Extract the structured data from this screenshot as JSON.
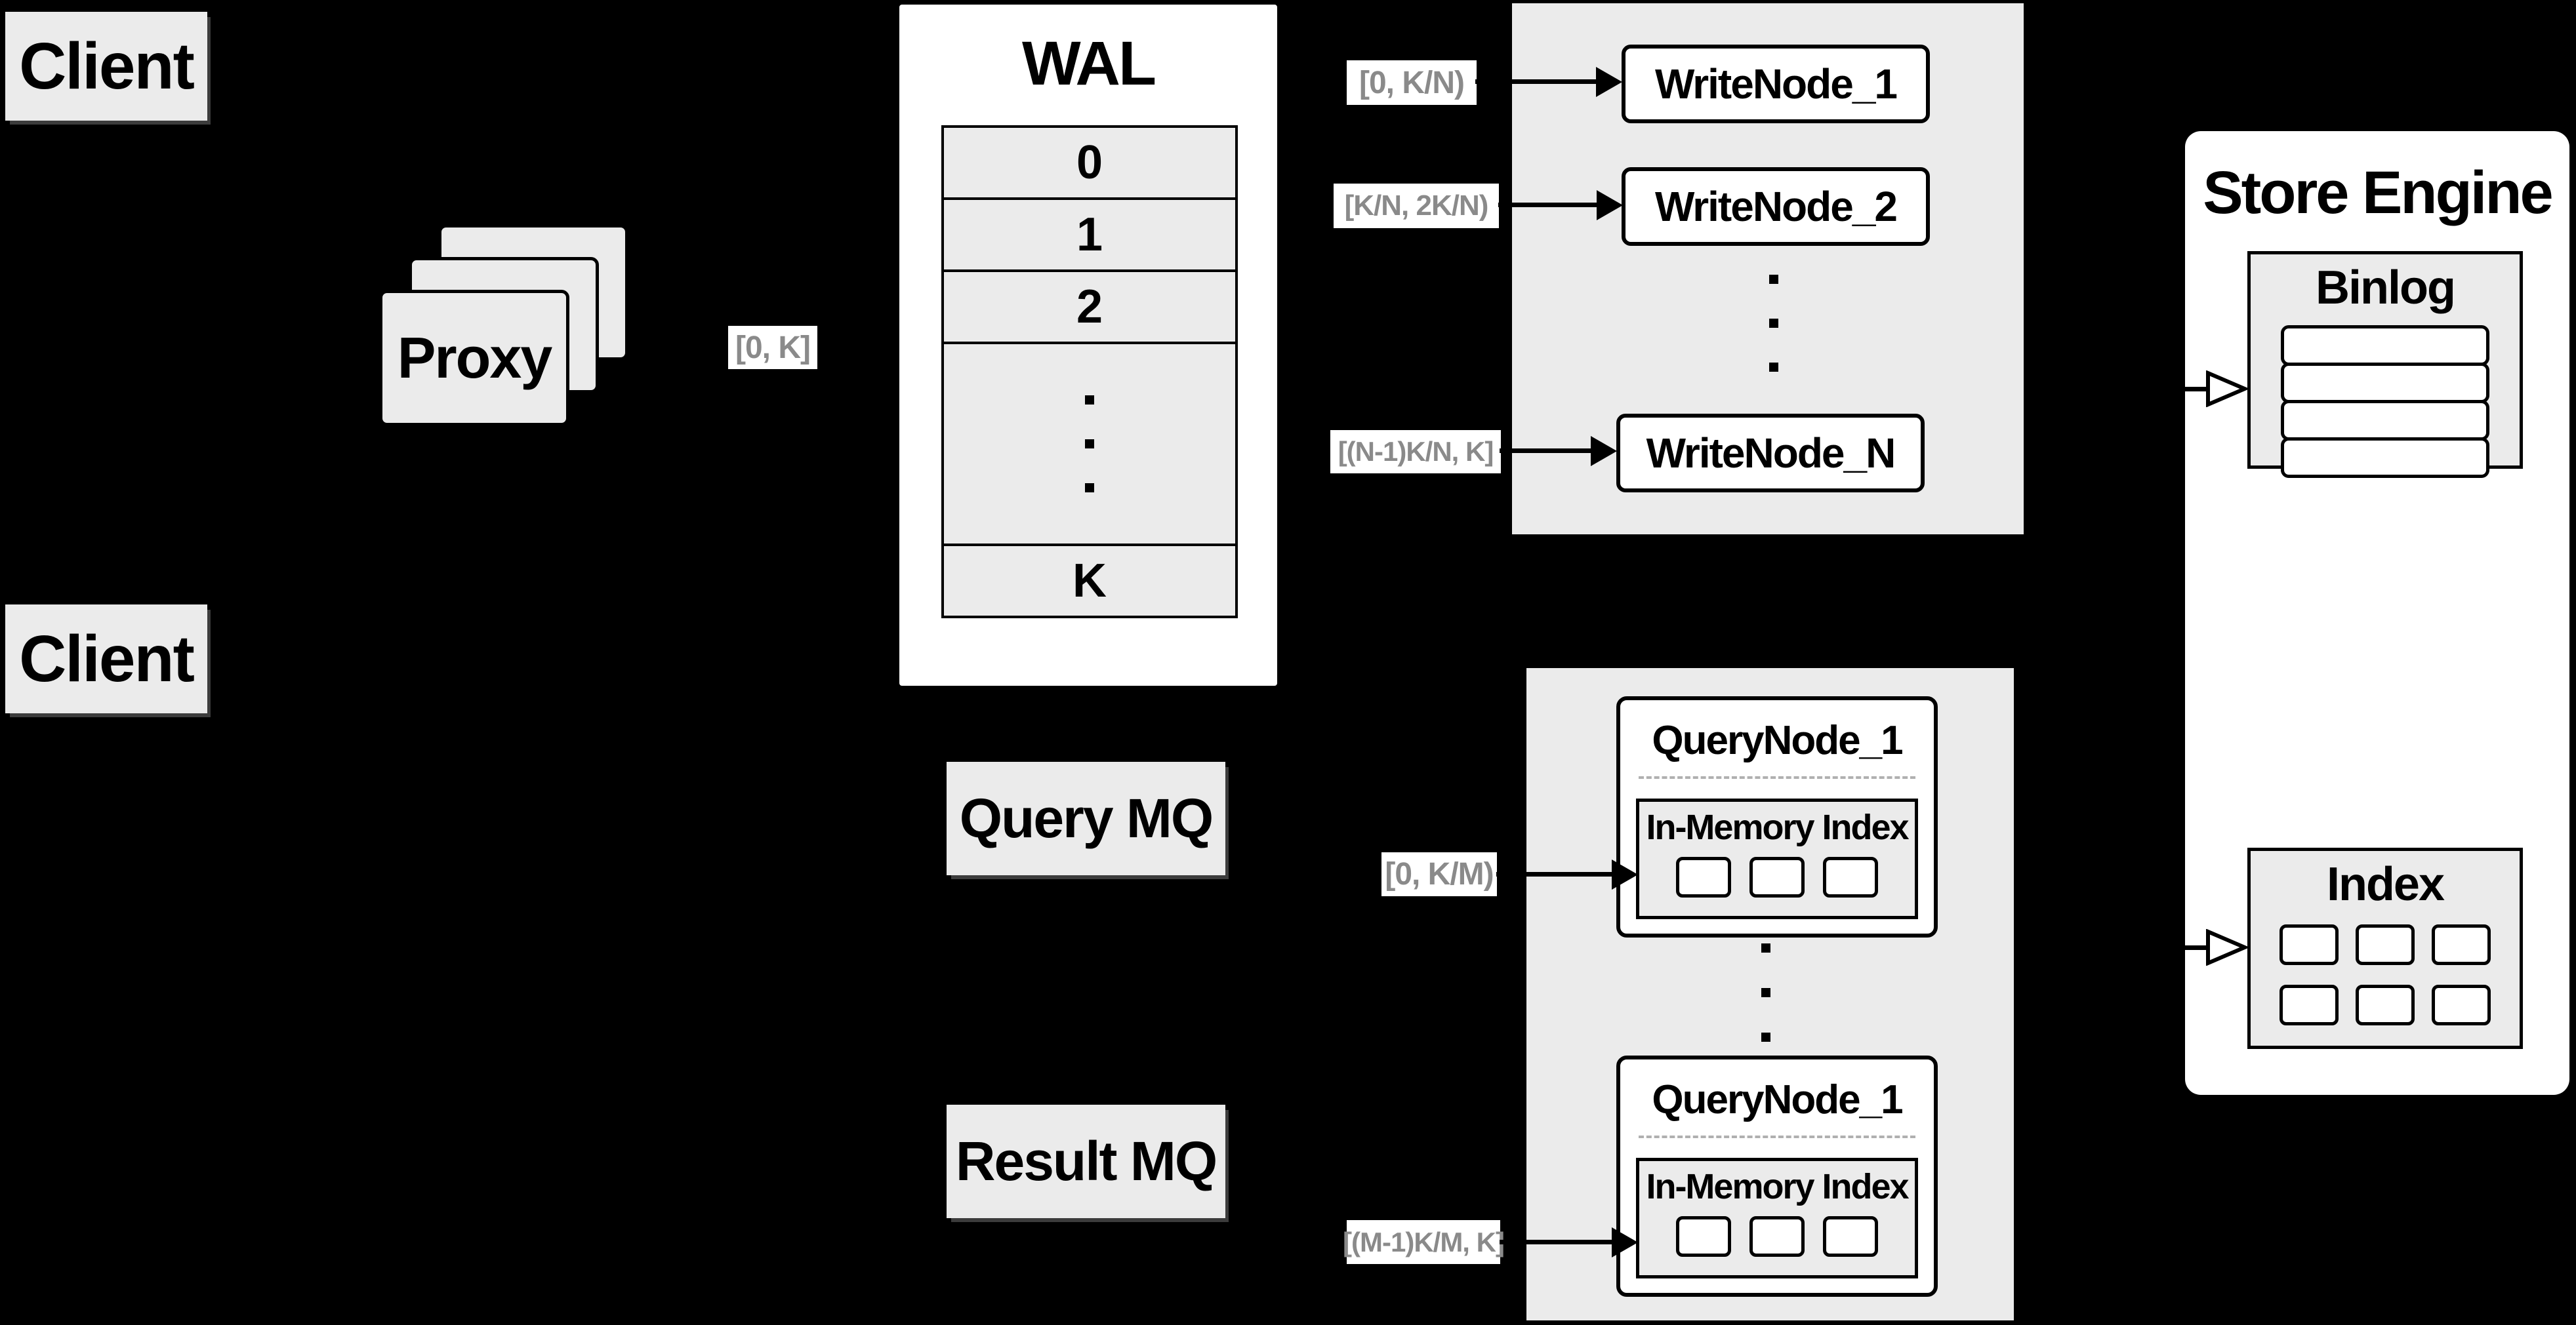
{
  "diagram": {
    "clients": [
      "Client",
      "Client"
    ],
    "proxy": {
      "label": "Proxy"
    },
    "wal": {
      "title": "WAL",
      "rows": [
        "0",
        "1",
        "2"
      ],
      "last_row": "K"
    },
    "range_labels": {
      "proxy_to_wal": "[0, K]",
      "write_1": "[0, K/N)",
      "write_2": "[K/N, 2K/N)",
      "write_n": "[(N-1)K/N, K]",
      "query_1": "[0, K/M)",
      "query_m": "[(M-1)K/M, K]"
    },
    "write_nodes": [
      "WriteNode_1",
      "WriteNode_2",
      "WriteNode_N"
    ],
    "query_nodes": [
      {
        "title": "QueryNode_1",
        "index_label": "In-Memory Index"
      },
      {
        "title": "QueryNode_1",
        "index_label": "In-Memory Index"
      }
    ],
    "message_queues": {
      "query": "Query MQ",
      "result": "Result MQ"
    },
    "store_engine": {
      "title": "Store Engine",
      "binlog_title": "Binlog",
      "index_title": "Index"
    },
    "colors": {
      "background": "#000000",
      "panel_gray": "#ebebeb",
      "box_white": "#ffffff",
      "border_black": "#000000",
      "label_text_gray": "#8a8a8a"
    }
  }
}
